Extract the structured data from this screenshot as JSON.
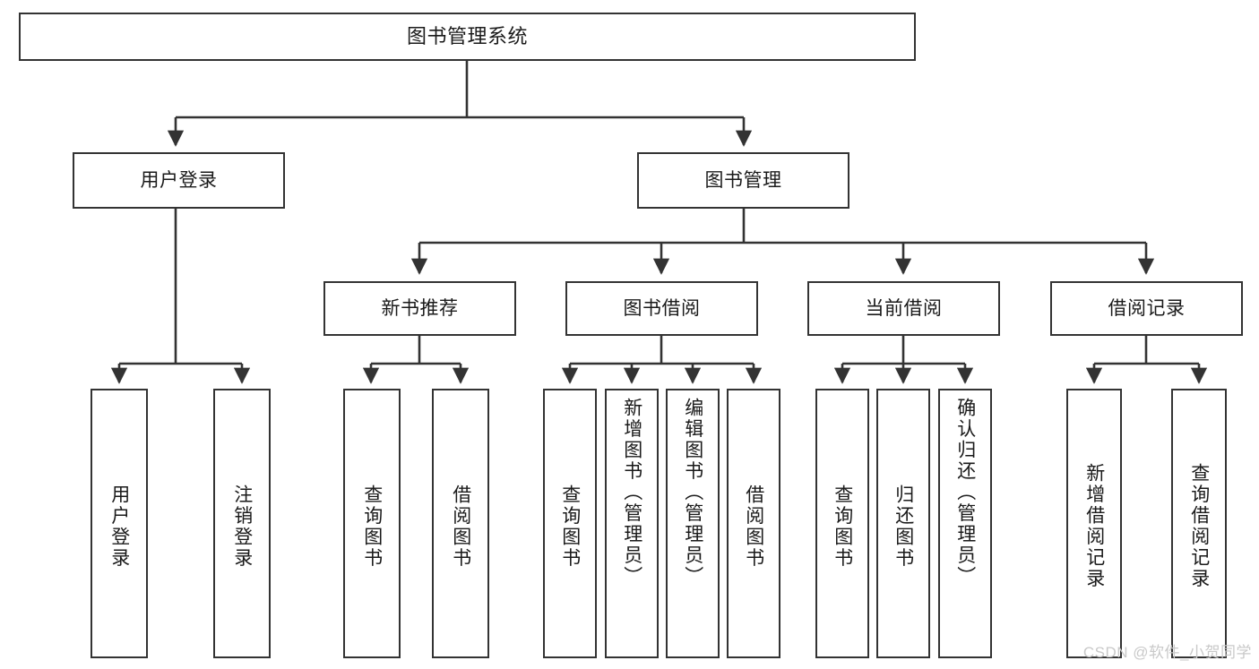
{
  "diagram": {
    "title": "图书管理系统",
    "type": "hierarchy-tree",
    "colors": {
      "box_border": "#333333",
      "box_fill": "#ffffff",
      "connector": "#333333",
      "text": "#1a1a1a",
      "watermark": "#c9c9c9",
      "background": "#ffffff"
    },
    "root": {
      "label": "图书管理系统"
    },
    "level2": [
      {
        "label": "用户登录"
      },
      {
        "label": "图书管理"
      }
    ],
    "level3": [
      {
        "label": "新书推荐"
      },
      {
        "label": "图书借阅"
      },
      {
        "label": "当前借阅"
      },
      {
        "label": "借阅记录"
      }
    ],
    "leaves": {
      "user_login": [
        {
          "label": "用户登录"
        },
        {
          "label": "注销登录"
        }
      ],
      "new_book_recommend": [
        {
          "label": "查询图书"
        },
        {
          "label": "借阅图书"
        }
      ],
      "book_borrow": [
        {
          "label": "查询图书"
        },
        {
          "label": "新增图书（管理员）"
        },
        {
          "label": "编辑图书（管理员）"
        },
        {
          "label": "借阅图书"
        }
      ],
      "current_borrow": [
        {
          "label": "查询图书"
        },
        {
          "label": "归还图书"
        },
        {
          "label": "确认归还（管理员）"
        }
      ],
      "borrow_record": [
        {
          "label": "新增借阅记录"
        },
        {
          "label": "查询借阅记录"
        }
      ]
    }
  },
  "watermark": {
    "text": "CSDN @软件_小贺同学"
  }
}
